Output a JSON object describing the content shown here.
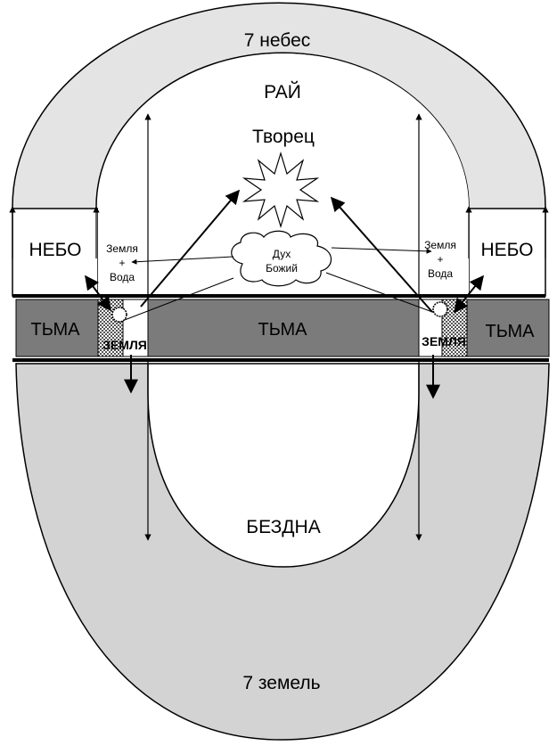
{
  "labels": {
    "heavens": "7 небес",
    "paradise": "РАЙ",
    "creator": "Творец",
    "sky_left": "НЕБО",
    "sky_right": "НЕБО",
    "earth_water_left": [
      "Земля",
      "+",
      "Вода"
    ],
    "earth_water_right": [
      "Земля",
      "+",
      "Вода"
    ],
    "spirit": [
      "Дух",
      "Божий"
    ],
    "darkness_left": "ТЬМА",
    "darkness_center": "ТЬМА",
    "darkness_right": "ТЬМА",
    "earth_left": "ЗЕМЛЯ",
    "earth_right": "ЗЕМЛЯ",
    "abyss": "БЕЗДНА",
    "earths": "7 земель"
  },
  "colors": {
    "heavens_fill": "#e4e4e4",
    "darkness_fill": "#7b7b7b",
    "earths_fill": "#d3d3d3",
    "earth_block": "#b8b8b8",
    "stroke": "#000000",
    "background": "#ffffff"
  }
}
